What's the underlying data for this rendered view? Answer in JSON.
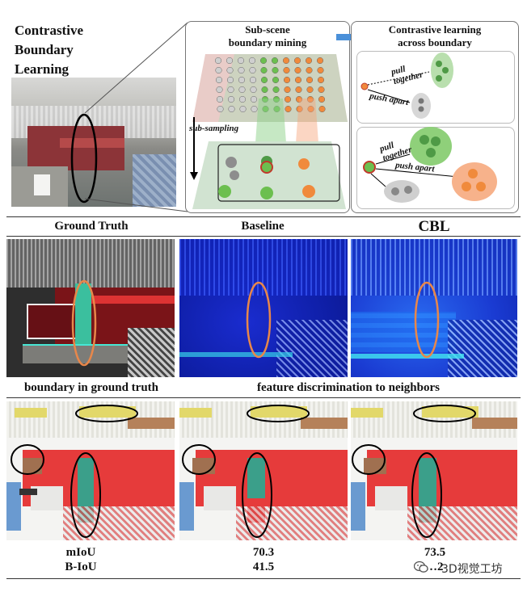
{
  "teaser": {
    "title_lines": [
      "Contrastive",
      "Boundary",
      "Learning"
    ],
    "sub_scene_lines": [
      "Sub-scene",
      "boundary mining"
    ],
    "contrastive_lines": [
      "Contrastive learning",
      "across boundary"
    ],
    "sub_sampling": "sub-sampling",
    "pull_together_1": [
      "pull",
      "together"
    ],
    "push_apart_1": "push apart",
    "pull_together_2": [
      "pull",
      "together"
    ],
    "push_apart_2": "push apart"
  },
  "row1": {
    "labels": [
      "Ground Truth",
      "Baseline",
      "CBL"
    ],
    "captions": [
      "boundary in ground truth",
      "feature discrimination to neighbors"
    ]
  },
  "metrics": {
    "names": [
      "mIoU",
      "B-IoU"
    ],
    "baseline": [
      "70.3",
      "41.5"
    ],
    "cbl": [
      "73.5",
      "…2"
    ]
  },
  "watermark": "3D视觉工坊",
  "colors": {
    "green": "#6cbf4f",
    "orange": "#f08a3c",
    "gray": "#9a9a9a",
    "blue_feat": "#1a2ccf",
    "ellipse_orange": "#e8874a"
  },
  "icon_names": [
    "arrow-right-icon",
    "arrow-down-icon",
    "wechat-icon"
  ]
}
